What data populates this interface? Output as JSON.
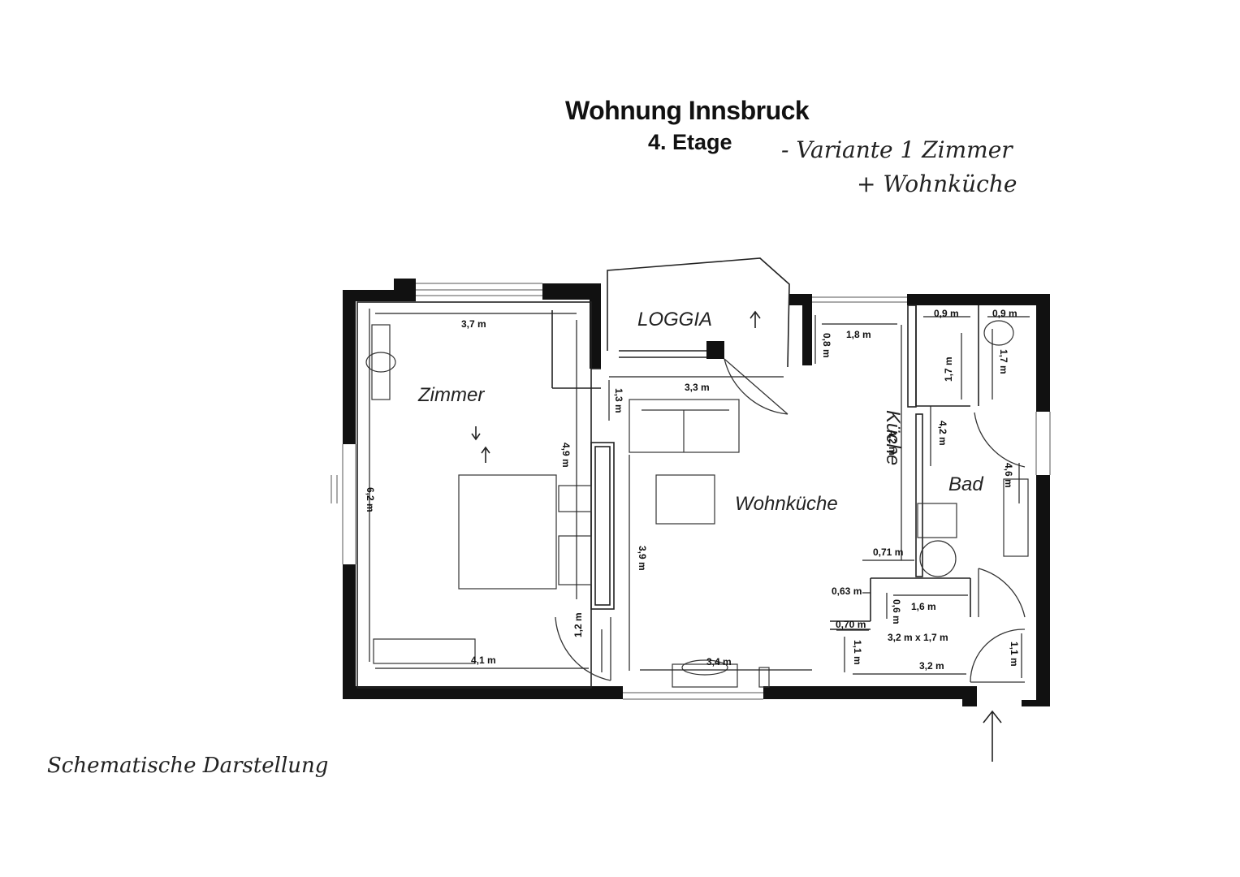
{
  "header": {
    "title": "Wohnung Innsbruck",
    "floor": "4. Etage",
    "variant_line1": "- Variante 1 Zimmer",
    "variant_line2": "+ Wohnküche"
  },
  "footer": {
    "note": "Schematische Darstellung"
  },
  "rooms": {
    "loggia": "LOGGIA",
    "zimmer": "Zimmer",
    "wohnkueche": "Wohnküche",
    "kueche": "Küche",
    "bad": "Bad"
  },
  "dimensions": {
    "zimmer_width_top": "3,7 m",
    "zimmer_height": "6,2 m",
    "zimmer_closet": "4,9 m",
    "zimmer_width_bottom": "4,1 m",
    "door_zimmer": "1,2 m",
    "wohn_top": "3,3 m",
    "wohn_left_upper": "1,3 m",
    "wohn_height": "3,9 m",
    "wohn_bottom": "3,4 m",
    "loggia_door": "0,8 m",
    "kueche_top": "1,8 m",
    "kueche_height": "4,2 m",
    "bad_height": "4,2 m",
    "wc1_width": "0,9 m",
    "wc2_width": "0,9 m",
    "wc1_height": "1,7 m",
    "wc2_height": "1,7 m",
    "bad_right": "4,6 m",
    "corr_071": "0,71 m",
    "corr_063": "0,63 m",
    "corr_06": "0,6 m",
    "corr_16": "1,6 m",
    "corr_070": "0,70 m",
    "corr_11a": "1,1 m",
    "corr_11b": "1,1 m",
    "corr_32": "3,2 m",
    "corridor_area": "3,2 m x 1,7 m"
  }
}
